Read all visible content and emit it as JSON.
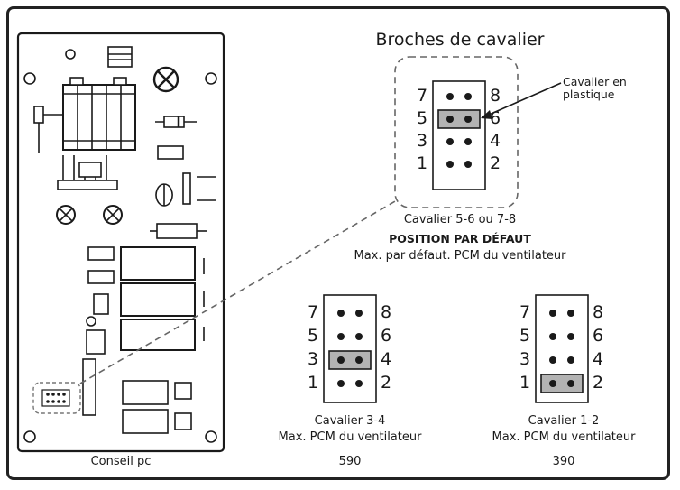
{
  "title": "Broches de cavalier",
  "callout": {
    "line1": "Cavalier en",
    "line2": "plastique"
  },
  "board_label": "Conseil pc",
  "pin_labels": {
    "left": [
      "7",
      "5",
      "3",
      "1"
    ],
    "right": [
      "8",
      "6",
      "4",
      "2"
    ]
  },
  "configs": {
    "default": {
      "line1": "Cavalier 5-6 ou 7-8",
      "line2": "POSITION PAR DÉFAUT",
      "line3": "Max. par défaut. PCM du ventilateur",
      "jumper_row": 1
    },
    "mid": {
      "line1": "Cavalier 3-4",
      "line2": "Max. PCM du ventilateur",
      "value": "590",
      "jumper_row": 2
    },
    "low": {
      "line1": "Cavalier 1-2",
      "line2": "Max. PCM du ventilateur",
      "value": "390",
      "jumper_row": 3
    }
  },
  "colors": {
    "line": "#1a1a1a",
    "jumper_fill": "#b3b3b3",
    "dash": "#666666"
  }
}
